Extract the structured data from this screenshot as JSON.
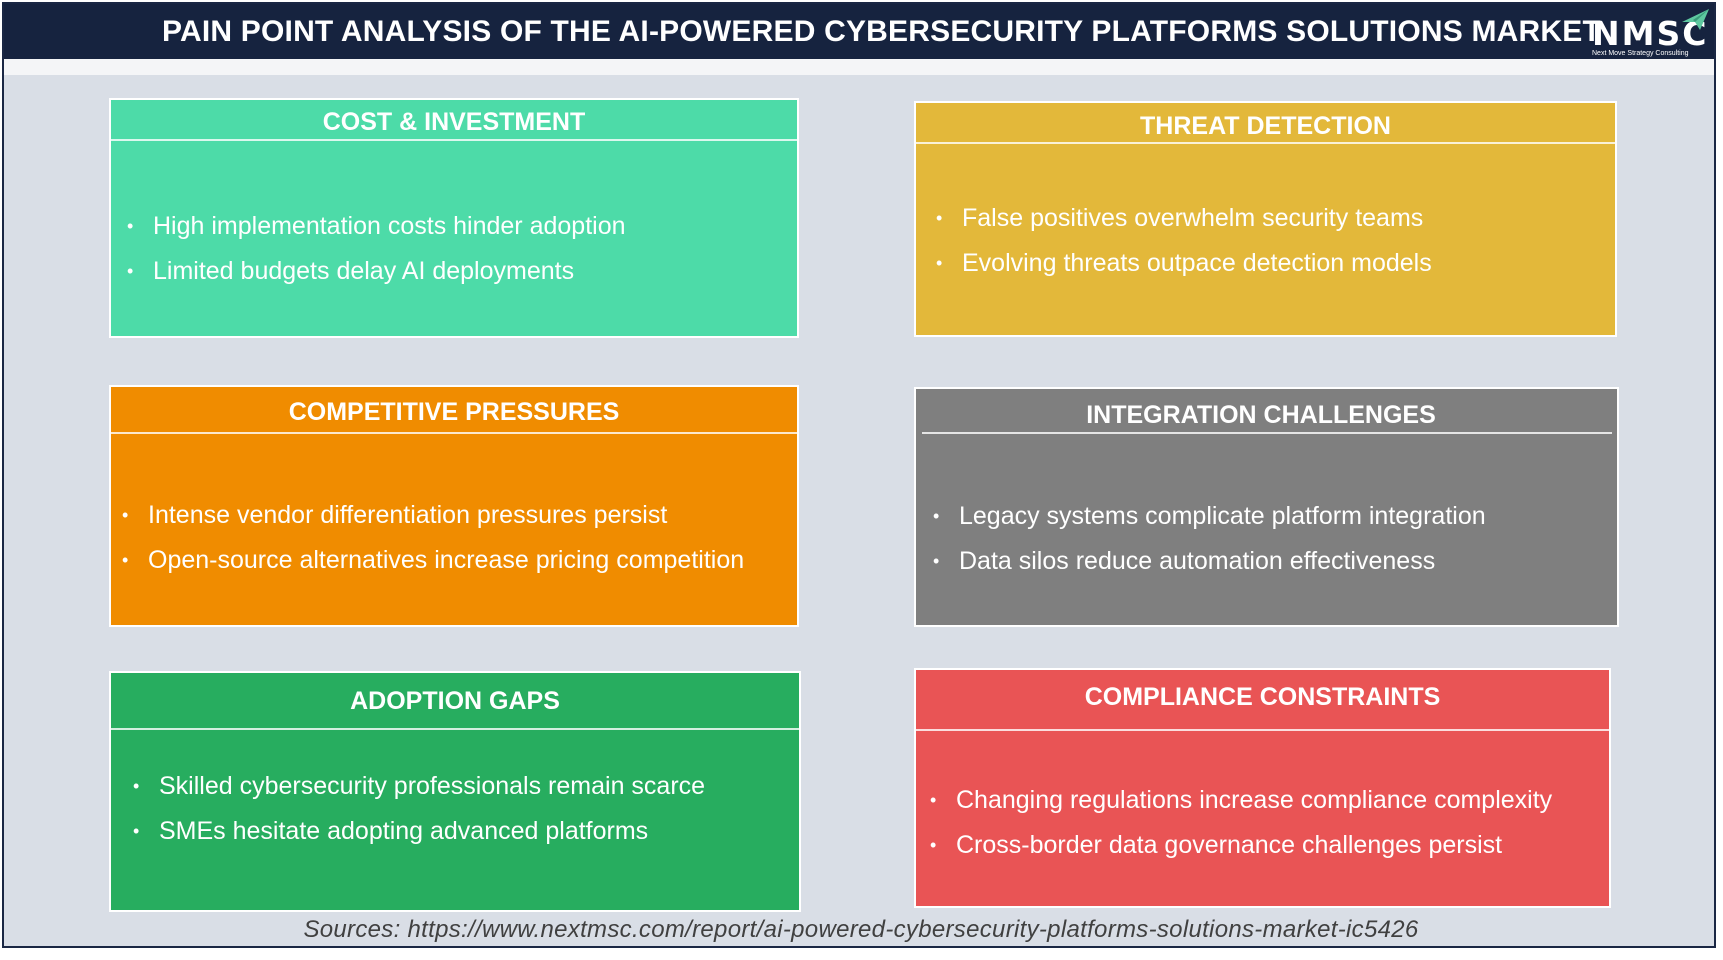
{
  "header": {
    "title": "PAIN POINT ANALYSIS OF THE AI-POWERED CYBERSECURITY PLATFORMS SOLUTIONS MARKET",
    "logo_text": "NMSC",
    "logo_tagline": "Next Move Strategy Consulting"
  },
  "cards": [
    {
      "title": "COST & INVESTMENT",
      "color": "#4ddba8",
      "items": [
        "High implementation costs hinder adoption",
        "Limited budgets delay AI deployments"
      ]
    },
    {
      "title": "THREAT DETECTION",
      "color": "#e3b83a",
      "items": [
        "False positives overwhelm security teams",
        "Evolving threats outpace detection models"
      ]
    },
    {
      "title": "COMPETITIVE PRESSURES",
      "color": "#f08c00",
      "items": [
        "Intense vendor differentiation pressures persist",
        "Open-source alternatives increase pricing competition"
      ]
    },
    {
      "title": "INTEGRATION CHALLENGES",
      "color": "#7f7f7f",
      "items": [
        "Legacy systems complicate platform integration",
        "Data silos reduce automation effectiveness"
      ]
    },
    {
      "title": "ADOPTION GAPS",
      "color": "#27ad5f",
      "items": [
        "Skilled cybersecurity professionals remain scarce",
        "SMEs hesitate adopting advanced platforms"
      ]
    },
    {
      "title": "COMPLIANCE CONSTRAINTS",
      "color": "#e95455",
      "items": [
        "Changing regulations increase compliance complexity",
        "Cross-border data governance challenges persist"
      ]
    }
  ],
  "sources": "Sources: https://www.nextmsc.com/report/ai-powered-cybersecurity-platforms-solutions-market-ic5426"
}
